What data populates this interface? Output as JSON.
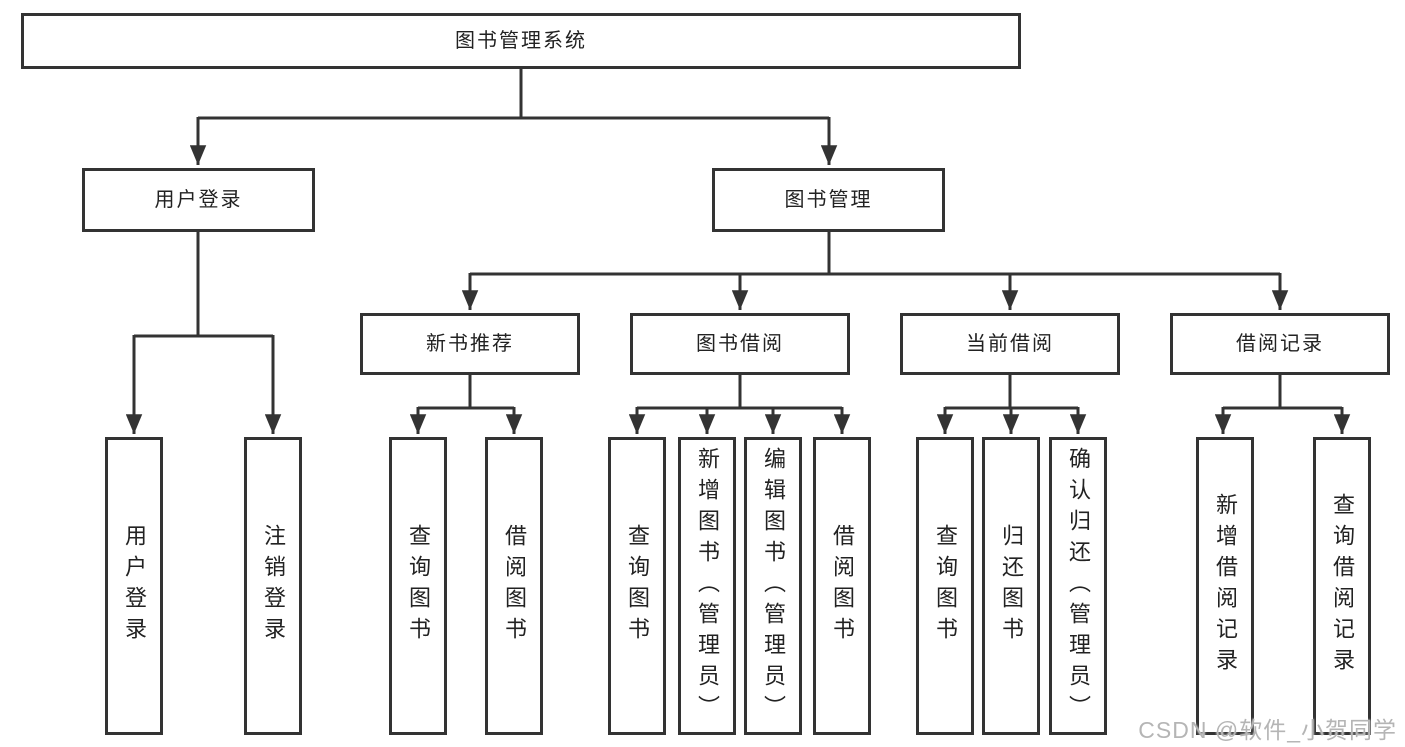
{
  "nodes": {
    "root": "图书管理系统",
    "user_login": "用户登录",
    "book_management": "图书管理",
    "new_book_recommend": "新书推荐",
    "book_borrow": "图书借阅",
    "current_borrow": "当前借阅",
    "borrow_record": "借阅记录",
    "leaf_user_login": "用户登录",
    "leaf_logout_login": "注销登录",
    "leaf_newrec_query_book": "查询图书",
    "leaf_newrec_borrow_book": "借阅图书",
    "leaf_borrow_query_book": "查询图书",
    "leaf_borrow_add_book": "新增图书（管理员）",
    "leaf_borrow_edit_book": "编辑图书（管理员）",
    "leaf_borrow_borrow_book": "借阅图书",
    "leaf_current_query_book": "查询图书",
    "leaf_current_return_book": "归还图书",
    "leaf_current_confirm_return": "确认归还（管理员）",
    "leaf_record_add": "新增借阅记录",
    "leaf_record_query": "查询借阅记录"
  },
  "watermark": {
    "text": "CSDN @软件_小贺同学"
  },
  "colors": {
    "line": "#333333",
    "text": "#222222",
    "watermark": "#b5b5b5",
    "background": "#ffffff"
  }
}
